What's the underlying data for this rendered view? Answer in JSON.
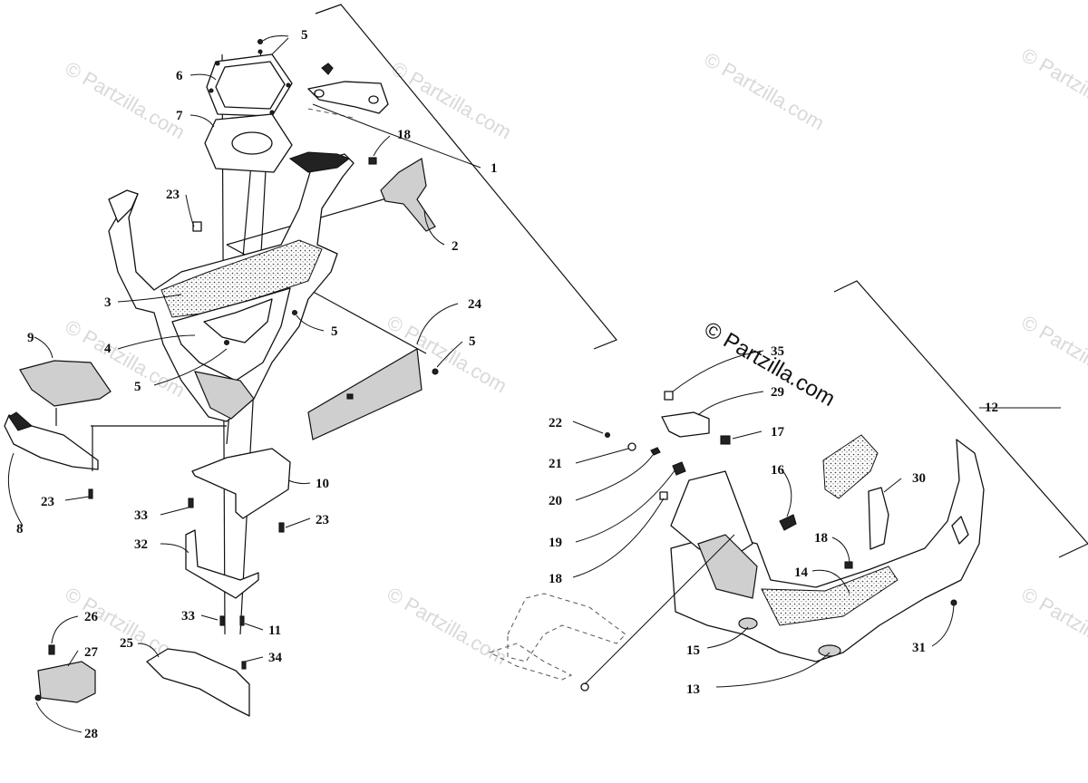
{
  "watermark": {
    "text": "© Partzilla.com",
    "prominent_text": "© Partzilla.com"
  },
  "callouts": [
    {
      "id": "c1",
      "label": "1"
    },
    {
      "id": "c2",
      "label": "2"
    },
    {
      "id": "c3",
      "label": "3"
    },
    {
      "id": "c4",
      "label": "4"
    },
    {
      "id": "c5a",
      "label": "5"
    },
    {
      "id": "c5b",
      "label": "5"
    },
    {
      "id": "c5c",
      "label": "5"
    },
    {
      "id": "c5d",
      "label": "5"
    },
    {
      "id": "c6",
      "label": "6"
    },
    {
      "id": "c7",
      "label": "7"
    },
    {
      "id": "c8",
      "label": "8"
    },
    {
      "id": "c9",
      "label": "9"
    },
    {
      "id": "c10",
      "label": "10"
    },
    {
      "id": "c11",
      "label": "11"
    },
    {
      "id": "c12",
      "label": "12"
    },
    {
      "id": "c13",
      "label": "13"
    },
    {
      "id": "c14",
      "label": "14"
    },
    {
      "id": "c15",
      "label": "15"
    },
    {
      "id": "c16",
      "label": "16"
    },
    {
      "id": "c17",
      "label": "17"
    },
    {
      "id": "c18a",
      "label": "18"
    },
    {
      "id": "c18b",
      "label": "18"
    },
    {
      "id": "c18c",
      "label": "18"
    },
    {
      "id": "c19",
      "label": "19"
    },
    {
      "id": "c20",
      "label": "20"
    },
    {
      "id": "c21",
      "label": "21"
    },
    {
      "id": "c22",
      "label": "22"
    },
    {
      "id": "c23a",
      "label": "23"
    },
    {
      "id": "c23b",
      "label": "23"
    },
    {
      "id": "c23c",
      "label": "23"
    },
    {
      "id": "c24",
      "label": "24"
    },
    {
      "id": "c25",
      "label": "25"
    },
    {
      "id": "c26",
      "label": "26"
    },
    {
      "id": "c27",
      "label": "27"
    },
    {
      "id": "c28",
      "label": "28"
    },
    {
      "id": "c29",
      "label": "29"
    },
    {
      "id": "c30",
      "label": "30"
    },
    {
      "id": "c31",
      "label": "31"
    },
    {
      "id": "c32",
      "label": "32"
    },
    {
      "id": "c33a",
      "label": "33"
    },
    {
      "id": "c33b",
      "label": "33"
    },
    {
      "id": "c34",
      "label": "34"
    },
    {
      "id": "c35",
      "label": "35"
    }
  ]
}
